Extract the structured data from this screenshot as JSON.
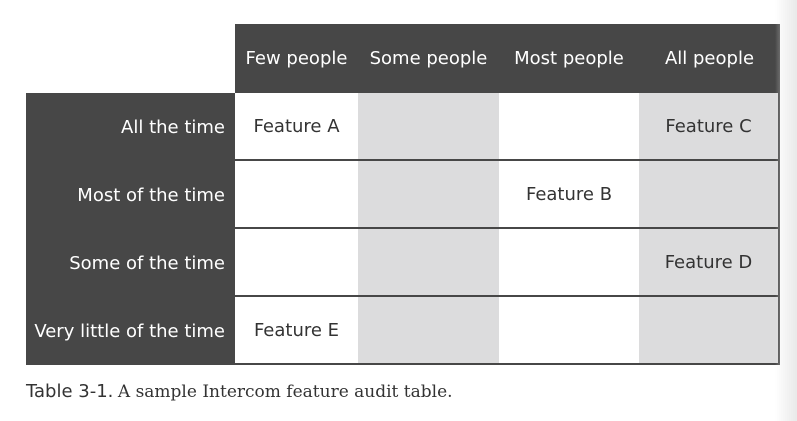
{
  "table": {
    "column_headers": [
      "Few people",
      "Some people",
      "Most people",
      "All people"
    ],
    "row_headers": [
      "All the time",
      "Most of the time",
      "Some of the time",
      "Very little of the time"
    ],
    "cells": [
      [
        "Feature A",
        "",
        "",
        "Feature C"
      ],
      [
        "",
        "",
        "Feature B",
        ""
      ],
      [
        "",
        "",
        "",
        "Feature D"
      ],
      [
        "Feature E",
        "",
        "",
        ""
      ]
    ],
    "shaded_columns": [
      1,
      3
    ]
  },
  "caption": {
    "label": "Table 3-1.",
    "text": "A sample Intercom feature audit table."
  },
  "colors": {
    "header_bg": "#474747",
    "header_text": "#ffffff",
    "shaded_cell": "#dcdcdd",
    "body_text": "#333333"
  }
}
